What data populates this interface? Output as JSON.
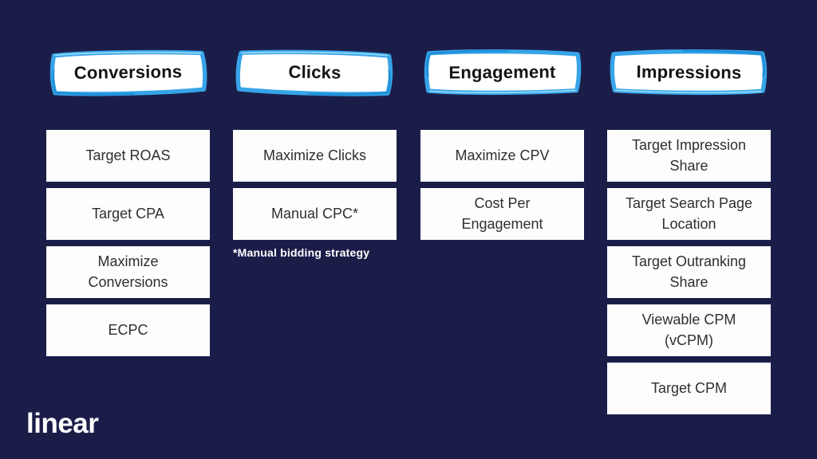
{
  "page": {
    "background_color": "#1b1d49",
    "box_background_color": "#fdfdfd",
    "box_text_color": "#2f2f2f",
    "sketch_border_color": "#37a4e8",
    "sketch_border_light_color": "#8ed6f7",
    "sketch_border_dark_color": "#1e8fd9",
    "footnote_color": "#ffffff"
  },
  "logo": {
    "text": "linear"
  },
  "columns": [
    {
      "header": "Conversions",
      "items": [
        "Target ROAS",
        "Target CPA",
        "Maximize\nConversions",
        "ECPC"
      ]
    },
    {
      "header": "Clicks",
      "items": [
        "Maximize Clicks",
        "Manual CPC*"
      ],
      "footnote": "*Manual bidding strategy"
    },
    {
      "header": "Engagement",
      "items": [
        "Maximize CPV",
        "Cost Per\nEngagement"
      ]
    },
    {
      "header": "Impressions",
      "items": [
        "Target Impression\nShare",
        "Target Search Page\nLocation",
        "Target Outranking\nShare",
        "Viewable CPM\n(vCPM)",
        "Target CPM"
      ]
    }
  ]
}
